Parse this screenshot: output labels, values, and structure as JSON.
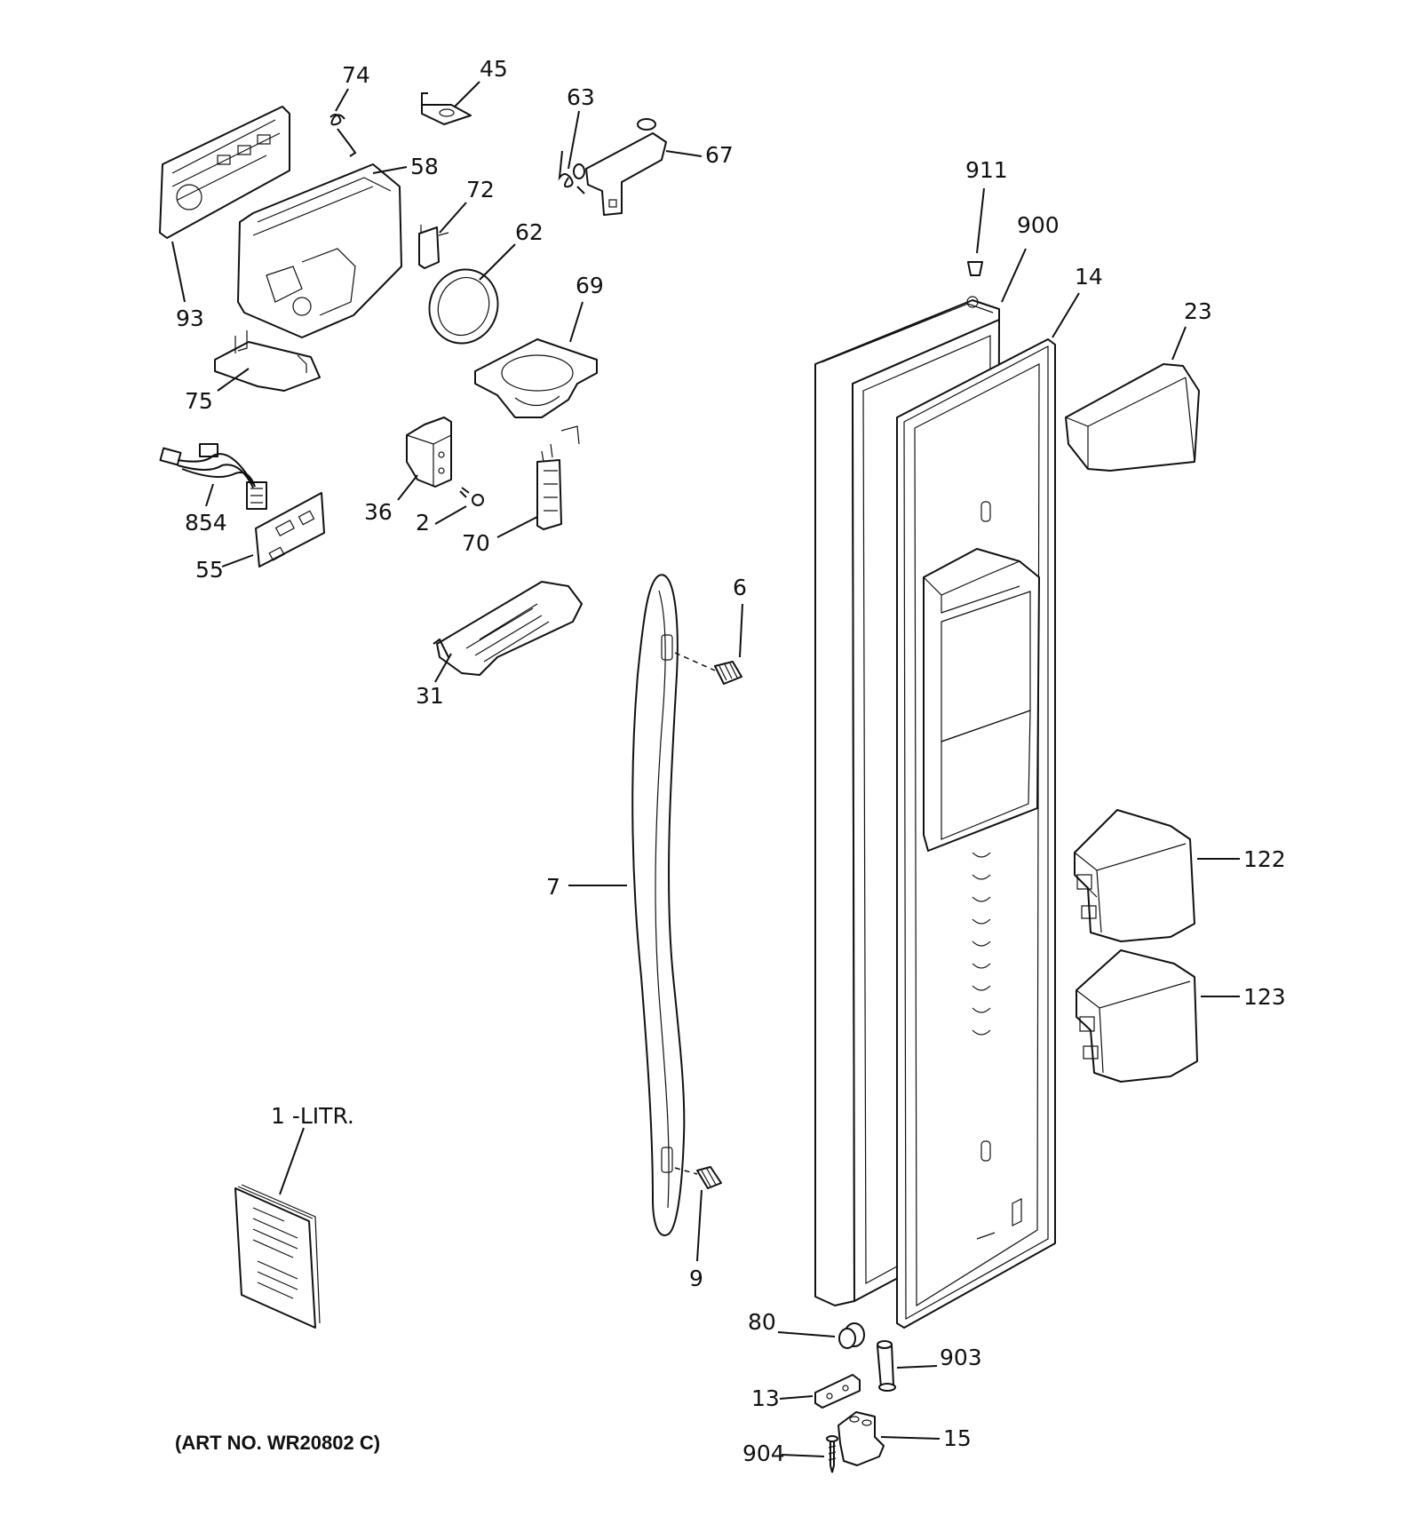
{
  "diagram": {
    "art_number": "(ART NO. WR20802 C)",
    "labels": {
      "74": "74",
      "45": "45",
      "63": "63",
      "67": "67",
      "58": "58",
      "72": "72",
      "62": "62",
      "93": "93",
      "69": "69",
      "75": "75",
      "854": "854",
      "36": "36",
      "2": "2",
      "70": "70",
      "55": "55",
      "31": "31",
      "6": "6",
      "7": "7",
      "9": "9",
      "911": "911",
      "900": "900",
      "14": "14",
      "23": "23",
      "122": "122",
      "123": "123",
      "1-litr": "1 -LITR.",
      "80": "80",
      "903": "903",
      "13": "13",
      "15": "15",
      "904": "904"
    }
  }
}
